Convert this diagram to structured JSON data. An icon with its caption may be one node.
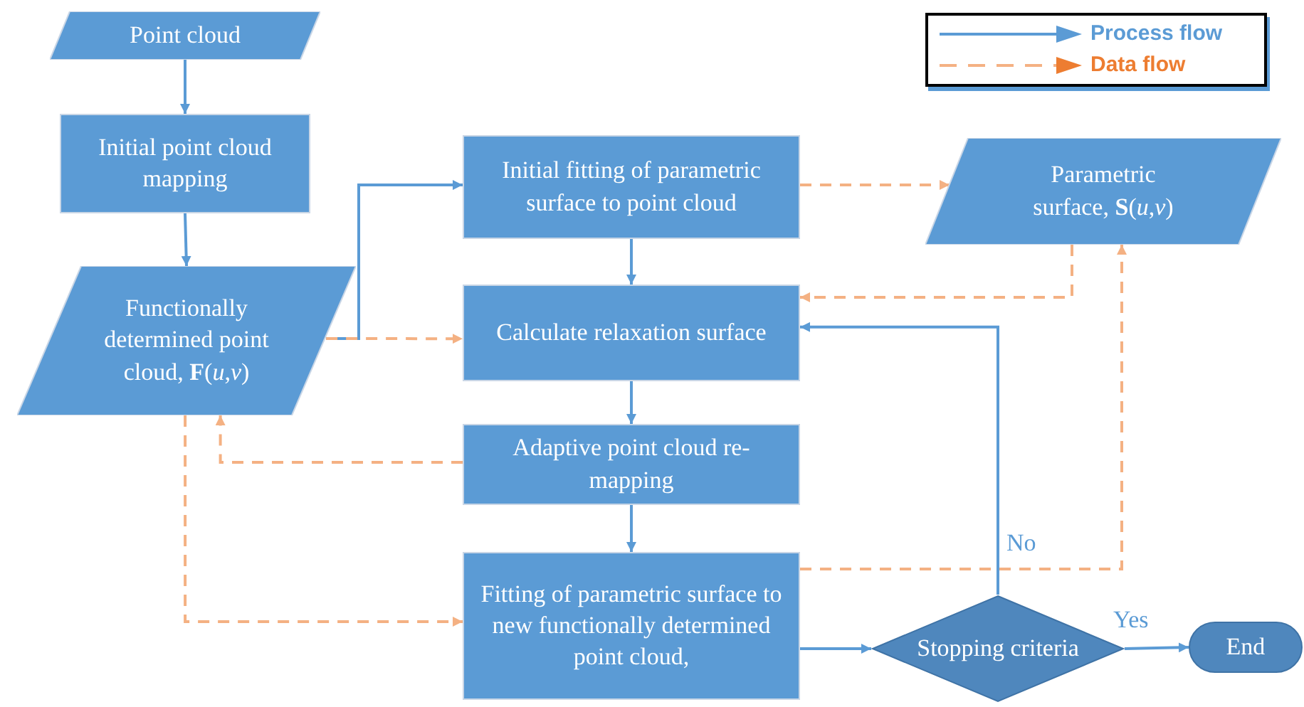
{
  "diagram": {
    "nodes": [
      {
        "text": [
          "Point cloud"
        ]
      },
      {
        "text": [
          "Initial point cloud mapping"
        ]
      },
      {
        "text": [
          "Functionally determined point cloud, **F**(*u*,*v*)"
        ]
      },
      {
        "text": [
          "Initial fitting of parametric surface to point cloud"
        ]
      },
      {
        "text": [
          "Parametric surface, **S**(*u*,*v*)"
        ]
      },
      {
        "text": [
          "Calculate relaxation surface"
        ]
      },
      {
        "text": [
          "Adaptive point cloud re-mapping"
        ]
      },
      {
        "text": [
          "Fitting of parametric surface to new functionally determined point cloud,"
        ]
      },
      {
        "text": [
          "Stopping criteria"
        ]
      },
      {
        "text": [
          "End"
        ]
      }
    ],
    "edges": [
      {
        "from": 0,
        "to": 1,
        "arrow": "to"
      },
      {
        "from": 1,
        "to": 2,
        "arrow": "to"
      },
      {
        "from": 2,
        "to": 3,
        "arrow": "to"
      },
      {
        "from": 3,
        "to": 5,
        "arrow": "to"
      },
      {
        "from": 5,
        "to": 6,
        "arrow": "to"
      },
      {
        "from": 6,
        "to": 7,
        "arrow": "to"
      },
      {
        "from": 7,
        "to": 8,
        "arrow": "to"
      },
      {
        "from": 8,
        "to": 9,
        "arrow": "to",
        "label": "Yes"
      },
      {
        "from": 8,
        "to": 5,
        "arrow": "to",
        "label": "No"
      },
      {
        "from": 3,
        "to": 4,
        "arrow": "to",
        "style": "dashed",
        "color": "#f4b183"
      },
      {
        "from": 4,
        "to": 5,
        "arrow": "to",
        "style": "dashed",
        "color": "#f4b183"
      },
      {
        "from": 2,
        "to": 5,
        "arrow": "to",
        "style": "dashed",
        "color": "#f4b183"
      },
      {
        "from": 6,
        "to": 2,
        "arrow": "to",
        "style": "dashed",
        "color": "#f4b183"
      },
      {
        "from": 2,
        "to": 7,
        "arrow": "to",
        "style": "dashed",
        "color": "#f4b183"
      },
      {
        "from": 7,
        "to": 4,
        "arrow": "to",
        "style": "dashed",
        "color": "#f4b183"
      }
    ],
    "legend": [
      {
        "text": "Process flow"
      },
      {
        "text": "Data flow"
      }
    ]
  }
}
